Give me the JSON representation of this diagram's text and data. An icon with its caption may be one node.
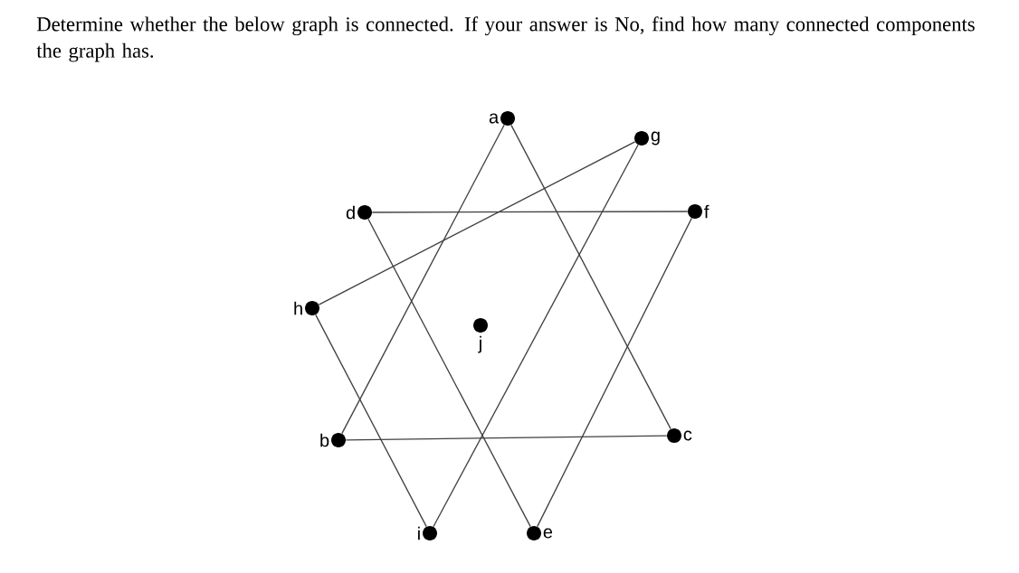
{
  "diagram": {
    "title": "Determine whether the below graph is connected. If your answer is No, find how many connected components the graph has.",
    "nodes": [
      {
        "text": [],
        "shape": "circle",
        "beside": [
          "a"
        ]
      },
      {
        "text": [],
        "shape": "circle",
        "beside": [
          "g"
        ]
      },
      {
        "text": [],
        "shape": "circle",
        "beside": [
          "d"
        ]
      },
      {
        "text": [],
        "shape": "circle",
        "beside": [
          "f"
        ]
      },
      {
        "text": [],
        "shape": "circle",
        "beside": [
          "h"
        ]
      },
      {
        "text": [],
        "shape": "circle",
        "beside": [
          "j"
        ]
      },
      {
        "text": [],
        "shape": "circle",
        "beside": [
          "b"
        ]
      },
      {
        "text": [],
        "shape": "circle",
        "beside": [
          "c"
        ]
      },
      {
        "text": [],
        "shape": "circle",
        "beside": [
          "i"
        ]
      },
      {
        "text": [],
        "shape": "circle",
        "beside": [
          "e"
        ]
      }
    ],
    "edges": [
      {
        "from": 0,
        "to": 6,
        "arrow": "none"
      },
      {
        "from": 0,
        "to": 7,
        "arrow": "none"
      },
      {
        "from": 1,
        "to": 4,
        "arrow": "none"
      },
      {
        "from": 1,
        "to": 8,
        "arrow": "none"
      },
      {
        "from": 2,
        "to": 3,
        "arrow": "none"
      },
      {
        "from": 2,
        "to": 9,
        "arrow": "none"
      },
      {
        "from": 3,
        "to": 9,
        "arrow": "none"
      },
      {
        "from": 4,
        "to": 8,
        "arrow": "none"
      },
      {
        "from": 6,
        "to": 7,
        "arrow": "none"
      }
    ]
  }
}
